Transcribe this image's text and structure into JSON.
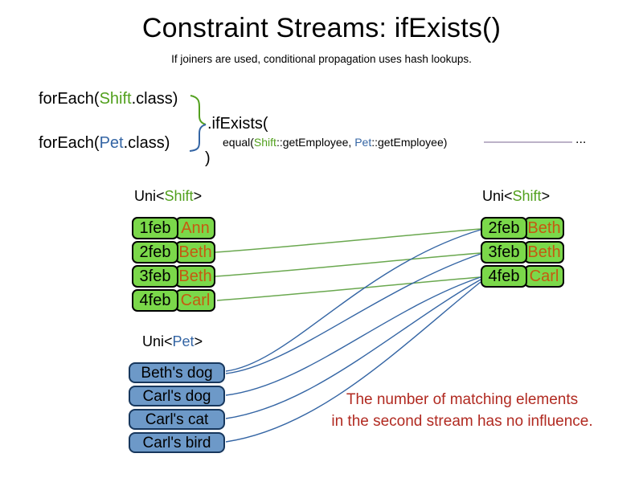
{
  "title": "Constraint Streams: ifExists()",
  "subtitle": "If joiners are used, conditional propagation uses hash lookups.",
  "code": {
    "foreach_shift": {
      "prefix": "forEach(",
      "class_name": "Shift",
      "suffix": ".class)"
    },
    "foreach_pet": {
      "prefix": "forEach(",
      "class_name": "Pet",
      "suffix": ".class)"
    },
    "if_exists": ".ifExists(",
    "joiner": {
      "prefix": "equal(",
      "shift_ref": "Shift",
      "shift_method": "::getEmployee, ",
      "pet_ref": "Pet",
      "pet_method": "::getEmployee)"
    },
    "close_paren": ")",
    "ellipsis": "..."
  },
  "left_shift_stream": {
    "label_prefix": "Uni<",
    "label_class": "Shift",
    "label_suffix": ">",
    "rows": [
      {
        "date": "1feb",
        "employee": "Ann"
      },
      {
        "date": "2feb",
        "employee": "Beth"
      },
      {
        "date": "3feb",
        "employee": "Beth"
      },
      {
        "date": "4feb",
        "employee": "Carl"
      }
    ]
  },
  "right_shift_stream": {
    "label_prefix": "Uni<",
    "label_class": "Shift",
    "label_suffix": ">",
    "rows": [
      {
        "date": "2feb",
        "employee": "Beth"
      },
      {
        "date": "3feb",
        "employee": "Beth"
      },
      {
        "date": "4feb",
        "employee": "Carl"
      }
    ]
  },
  "pet_stream": {
    "label_prefix": "Uni<",
    "label_class": "Pet",
    "label_suffix": ">",
    "items": [
      "Beth's dog",
      "Carl's dog",
      "Carl's cat",
      "Carl's bird"
    ]
  },
  "note": {
    "line1": "The number of matching elements",
    "line2": "in the second stream has no influence."
  },
  "connections": {
    "shift_propagation": [
      {
        "from": "left 2feb Beth",
        "to": "right 2feb Beth"
      },
      {
        "from": "left 3feb Beth",
        "to": "right 3feb Beth"
      },
      {
        "from": "left 4feb Carl",
        "to": "right 4feb Carl"
      }
    ],
    "pet_matches": [
      {
        "from": "Beth's dog",
        "to": "2feb Beth"
      },
      {
        "from": "Beth's dog",
        "to": "3feb Beth"
      },
      {
        "from": "Carl's dog",
        "to": "4feb Carl"
      },
      {
        "from": "Carl's cat",
        "to": "4feb Carl"
      },
      {
        "from": "Carl's bird",
        "to": "4feb Carl"
      }
    ]
  },
  "colors": {
    "shift_box_green": "#7bd84a",
    "pet_box_blue": "#6d99c8",
    "class_green": "#52a01e",
    "class_blue": "#3465a4",
    "employee_orange": "#c55a11",
    "note_red": "#b12a21",
    "wire_green": "#6aa84f",
    "wire_blue": "#3465a4",
    "rule_purple": "#9583a6"
  }
}
